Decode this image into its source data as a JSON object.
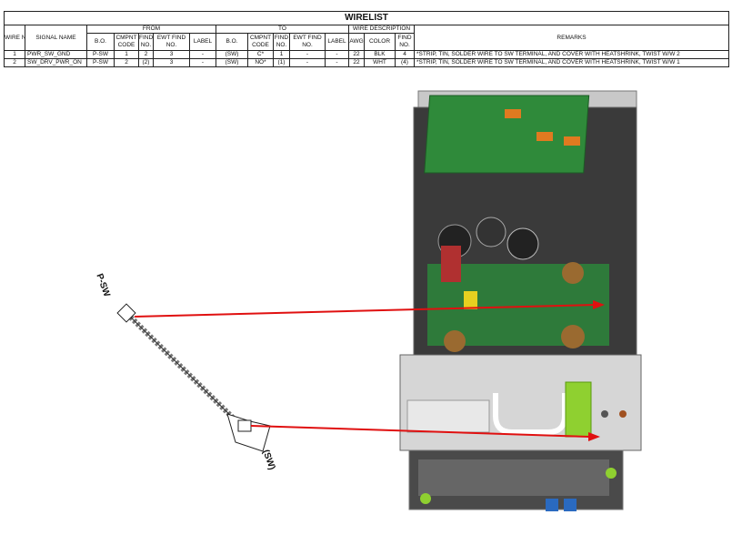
{
  "title": "WIRELIST",
  "headers": {
    "wire_no": "WIRE NO.",
    "signal_name": "SIGNAL NAME",
    "from": "FROM",
    "to": "TO",
    "wire_description": "WIRE DESCRIPTION",
    "remarks": "REMARKS",
    "bo": "B.O.",
    "cmpnt_code": "CMPNT CODE",
    "find_no": "FIND NO.",
    "ewt_find_no": "EWT FIND NO.",
    "label": "LABEL",
    "awg": "AWG",
    "color": "COLOR"
  },
  "rows": [
    {
      "wire": "1",
      "signal": "PWR_SW_GND",
      "from_bo": "P-SW",
      "from_cmpnt": "1",
      "from_find": "2",
      "from_ewt": "3",
      "from_label": "-",
      "to_bo": "(SW)",
      "to_cmpnt": "C*",
      "to_find": "1",
      "to_ewt": "-",
      "to_label": "-",
      "awg": "22",
      "color": "BLK",
      "find": "4",
      "remarks": "*STRIP, TIN, SOLDER WIRE TO SW TERMINAL, AND COVER WITH HEATSHRINK, TWIST W/W 2"
    },
    {
      "wire": "2",
      "signal": "SW_DRV_PWR_ON",
      "from_bo": "P-SW",
      "from_cmpnt": "2",
      "from_find": "(2)",
      "from_ewt": "3",
      "from_label": "-",
      "to_bo": "(SW)",
      "to_cmpnt": "NO*",
      "to_find": "(1)",
      "to_ewt": "-",
      "to_label": "-",
      "awg": "22",
      "color": "WHT",
      "find": "(4)",
      "remarks": "*STRIP, TIN, SOLDER WIRE TO SW TERMINAL, AND COVER WITH HEATSHRINK, TWIST W/W 1"
    }
  ],
  "diagram": {
    "connector_p": "P-SW",
    "connector_sw": "(SW)",
    "arrow_color": "#e01010"
  }
}
